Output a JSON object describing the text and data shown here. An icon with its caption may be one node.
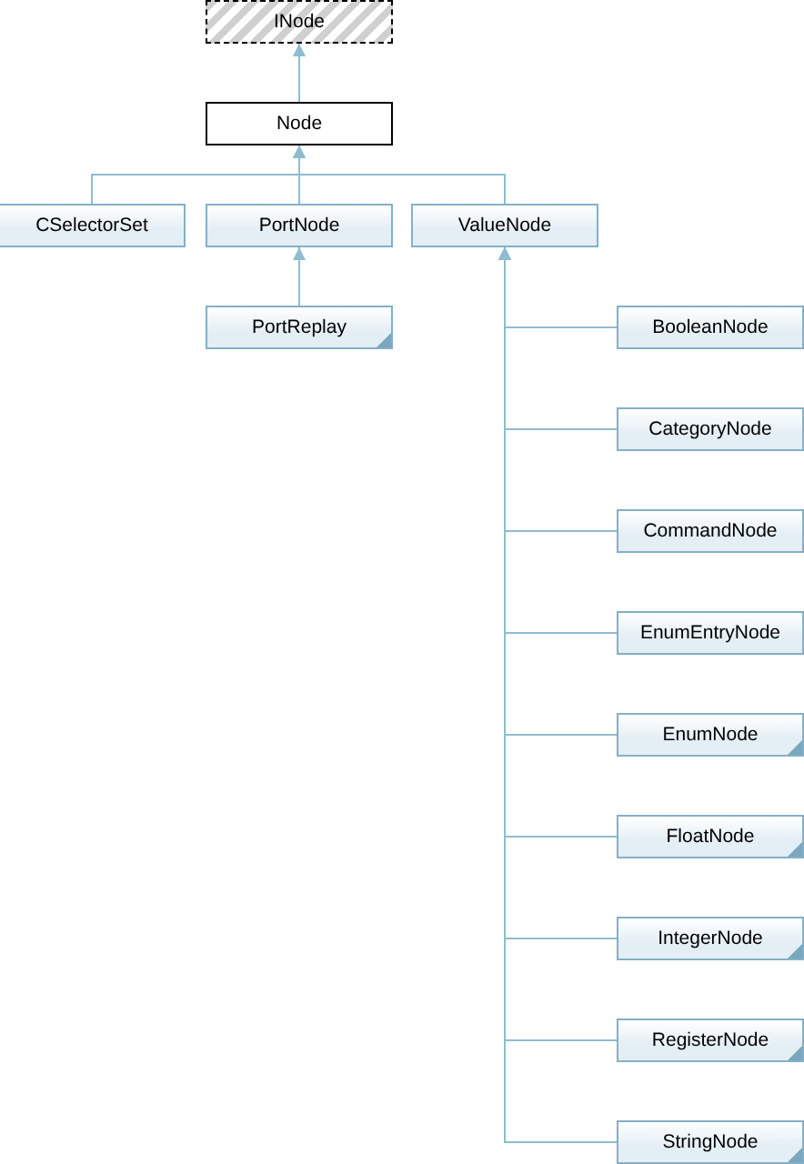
{
  "diagram": {
    "nodes": [
      {
        "text": [
          "INode"
        ]
      },
      {
        "text": [
          "Node"
        ]
      },
      {
        "text": [
          "CSelectorSet"
        ]
      },
      {
        "text": [
          "PortNode"
        ]
      },
      {
        "text": [
          "ValueNode"
        ]
      },
      {
        "text": [
          "PortReplay"
        ]
      },
      {
        "text": [
          "BooleanNode"
        ]
      },
      {
        "text": [
          "CategoryNode"
        ]
      },
      {
        "text": [
          "CommandNode"
        ]
      },
      {
        "text": [
          "EnumEntryNode"
        ]
      },
      {
        "text": [
          "EnumNode"
        ]
      },
      {
        "text": [
          "FloatNode"
        ]
      },
      {
        "text": [
          "IntegerNode"
        ]
      },
      {
        "text": [
          "RegisterNode"
        ]
      },
      {
        "text": [
          "StringNode"
        ]
      }
    ],
    "edges": [
      {
        "from": 1,
        "to": 0,
        "arrow": "to"
      },
      {
        "from": 2,
        "to": 1,
        "arrow": "to"
      },
      {
        "from": 3,
        "to": 1,
        "arrow": "to"
      },
      {
        "from": 4,
        "to": 1,
        "arrow": "to"
      },
      {
        "from": 5,
        "to": 3,
        "arrow": "to"
      },
      {
        "from": 6,
        "to": 4,
        "arrow": "to"
      },
      {
        "from": 7,
        "to": 4,
        "arrow": "to"
      },
      {
        "from": 8,
        "to": 4,
        "arrow": "to"
      },
      {
        "from": 9,
        "to": 4,
        "arrow": "to"
      },
      {
        "from": 10,
        "to": 4,
        "arrow": "to"
      },
      {
        "from": 11,
        "to": 4,
        "arrow": "to"
      },
      {
        "from": 12,
        "to": 4,
        "arrow": "to"
      },
      {
        "from": 13,
        "to": 4,
        "arrow": "to"
      },
      {
        "from": 14,
        "to": 4,
        "arrow": "to"
      }
    ]
  }
}
